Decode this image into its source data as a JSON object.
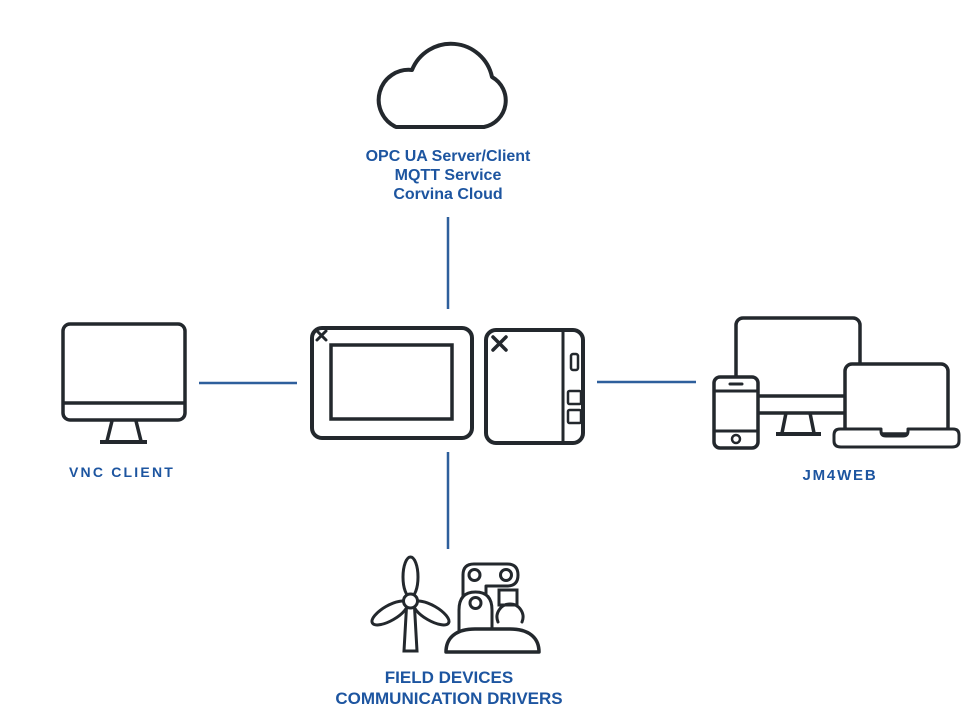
{
  "labels": {
    "cloud": [
      "OPC UA Server/Client",
      "MQTT Service",
      "Corvina Cloud"
    ],
    "vnc": "VNC CLIENT",
    "jm4web": "JM4WEB",
    "field": [
      "FIELD DEVICES",
      "COMMUNICATION DRIVERS"
    ]
  },
  "icons": {
    "cloud_node": "cloud-icon",
    "vnc_node": "desktop-monitor-icon",
    "center_node": [
      "hmi-touch-panel-icon",
      "gateway-box-icon",
      "x-logo-icon"
    ],
    "jm4web_node": [
      "smartphone-icon",
      "desktop-monitor-icon",
      "laptop-icon"
    ],
    "field_node": [
      "wind-turbine-icon",
      "robot-arm-icon"
    ]
  },
  "connectors": [
    {
      "from": "cloud",
      "to": "hmi-gateway",
      "orientation": "vertical"
    },
    {
      "from": "vnc-client",
      "to": "hmi-gateway",
      "orientation": "horizontal"
    },
    {
      "from": "hmi-gateway",
      "to": "jm4web",
      "orientation": "horizontal"
    },
    {
      "from": "hmi-gateway",
      "to": "field-devices",
      "orientation": "vertical"
    }
  ],
  "colors": {
    "label_blue": "#1d55a0",
    "line_blue": "#2e5f9c",
    "outline_dark": "#23282d",
    "background": "#ffffff"
  }
}
